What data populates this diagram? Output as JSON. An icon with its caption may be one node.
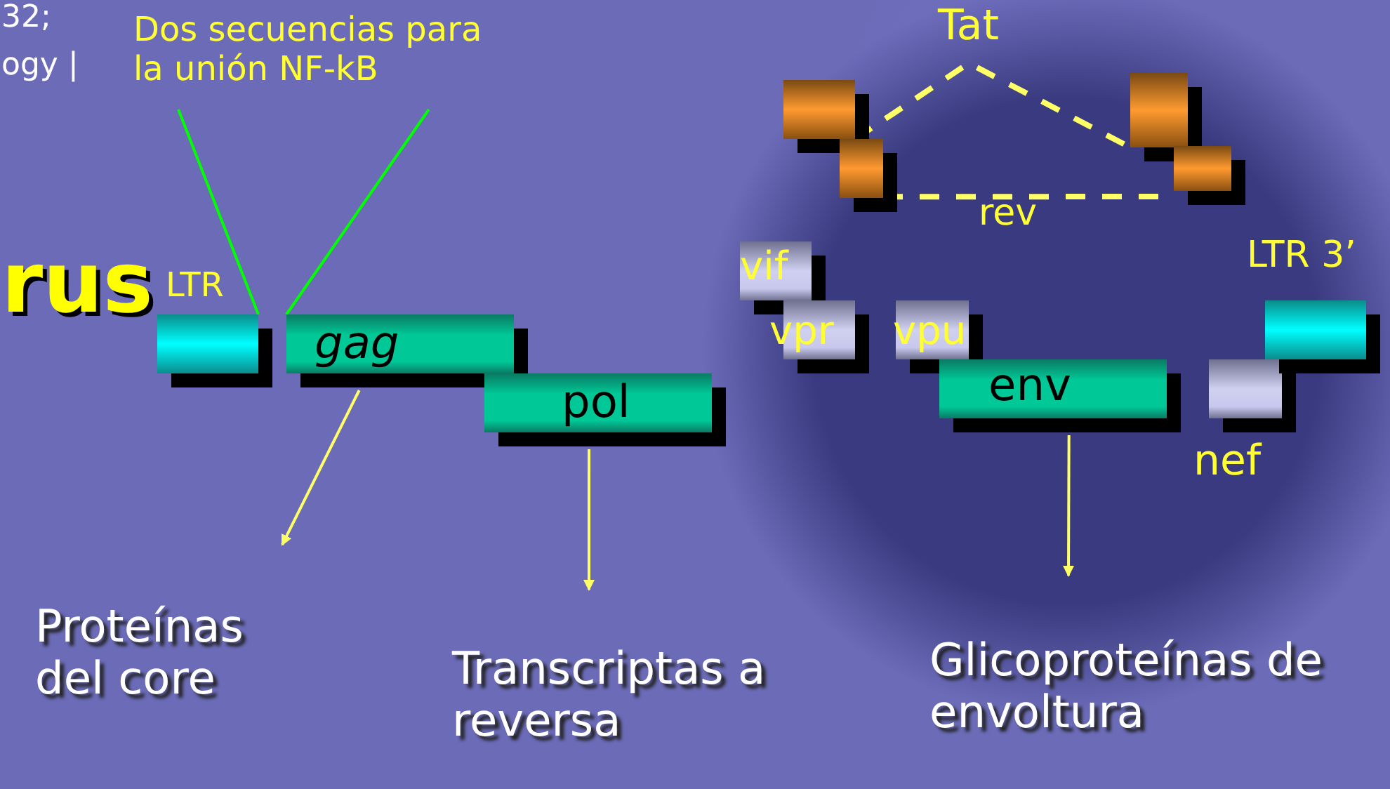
{
  "diagram": {
    "nodes": [
      {
        "text": [
          "Dos secuencias para la unión NF-kB"
        ]
      },
      {
        "text": [],
        "shape": "box"
      },
      {
        "text": [],
        "shape": "box"
      },
      {
        "text": [],
        "shape": "box"
      },
      {
        "text": [],
        "shape": "box"
      },
      {
        "text": [
          "LTR"
        ]
      },
      {
        "text": [
          "gag"
        ]
      },
      {
        "text": [
          "pol"
        ]
      },
      {
        "text": [
          "vif"
        ]
      },
      {
        "text": [
          "vpr"
        ]
      },
      {
        "text": [
          "vpu"
        ]
      },
      {
        "text": [
          "env"
        ]
      },
      {
        "text": [
          "nef"
        ]
      },
      {
        "text": [
          "LTR 3’"
        ]
      },
      {
        "text": [
          "Proteínas del core"
        ]
      },
      {
        "text": [
          "Transcriptas a reversa"
        ]
      },
      {
        "text": [
          "Glicoproteínas de envoltura"
        ]
      }
    ],
    "edges": [
      {
        "from": 0,
        "to": 5,
        "arrow": "none",
        "color": "#00ff00"
      },
      {
        "from": 0,
        "to": 6,
        "arrow": "none",
        "color": "#00ff00"
      },
      {
        "from": 1,
        "to": 3,
        "arrow": "none",
        "style": "dashed",
        "label": "Tat"
      },
      {
        "from": 2,
        "to": 4,
        "arrow": "none",
        "style": "dashed",
        "label": "rev"
      },
      {
        "from": 6,
        "to": 14,
        "arrow": "to"
      },
      {
        "from": 7,
        "to": 15,
        "arrow": "to"
      },
      {
        "from": 11,
        "to": 16,
        "arrow": "to"
      }
    ],
    "labels": [
      "32;",
      "ogy |",
      "rus"
    ]
  }
}
